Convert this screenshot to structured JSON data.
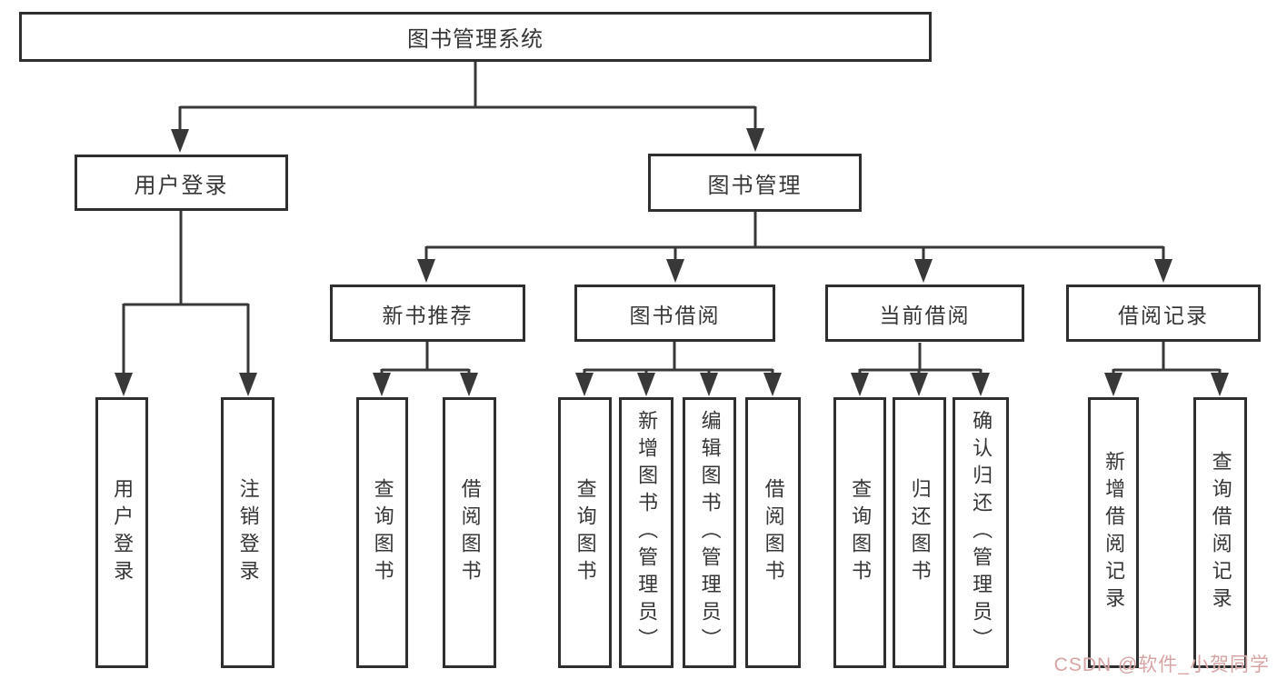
{
  "tree": {
    "root_label": "图书管理系统",
    "branches": [
      {
        "label": "用户登录",
        "leaves": [
          "用户登录",
          "注销登录"
        ]
      },
      {
        "label": "图书管理",
        "sections": [
          {
            "label": "新书推荐",
            "leaves": [
              "查询图书",
              "借阅图书"
            ]
          },
          {
            "label": "图书借阅",
            "leaves": [
              "查询图书",
              "新增图书（管理员）",
              "编辑图书（管理员）",
              "借阅图书"
            ]
          },
          {
            "label": "当前借阅",
            "leaves": [
              "查询图书",
              "归还图书",
              "确认归还（管理员）"
            ]
          },
          {
            "label": "借阅记录",
            "leaves": [
              "新增借阅记录",
              "查询借阅记录"
            ]
          }
        ]
      }
    ]
  },
  "colors": {
    "line": "#383838",
    "border": "#2f2f2f",
    "text": "#363636",
    "background": "#ffffff",
    "watermark": "#d6a4a4"
  },
  "watermark": {
    "text": "CSDN @软件_小贺同学"
  }
}
